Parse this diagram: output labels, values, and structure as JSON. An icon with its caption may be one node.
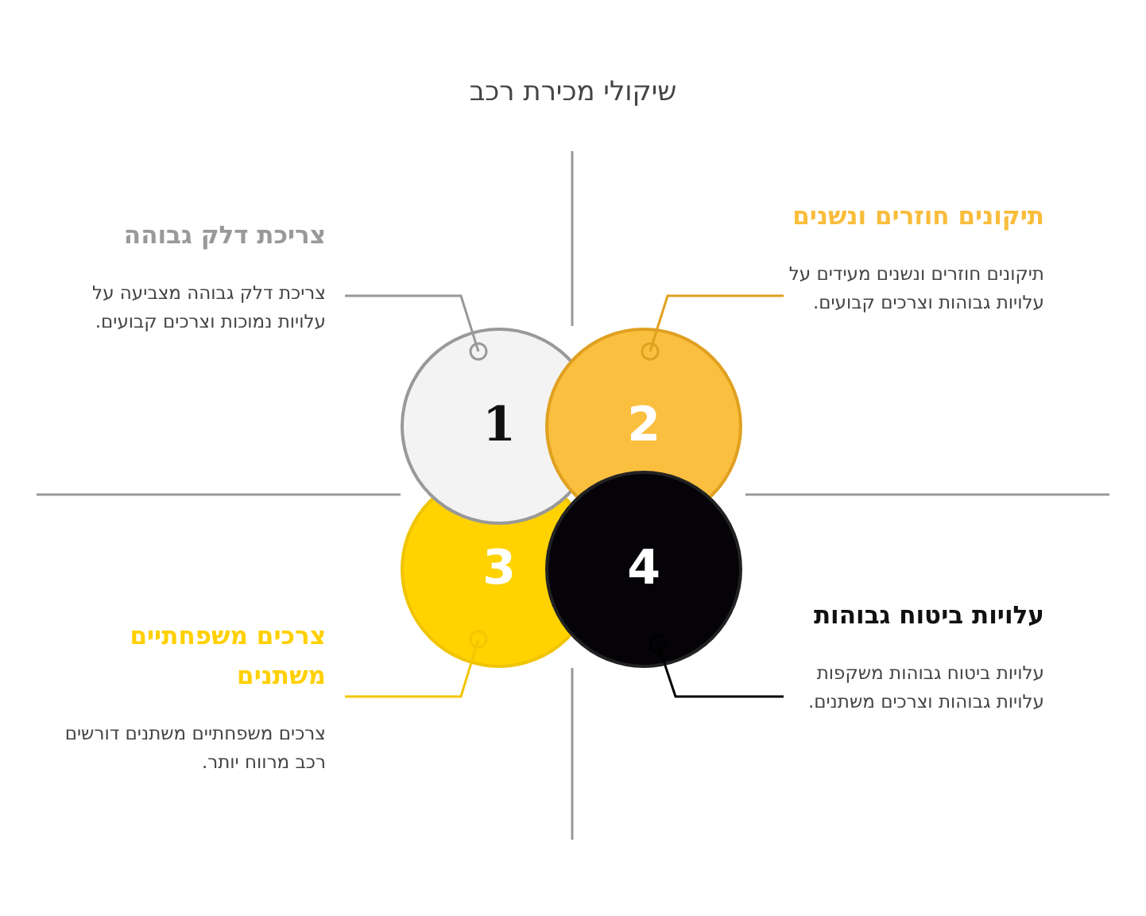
{
  "diagram": {
    "title": "שיקולי מכירת רכב",
    "nodes": [
      {
        "text": [
          "1"
        ]
      },
      {
        "text": [
          "2"
        ]
      },
      {
        "text": [
          "3"
        ]
      },
      {
        "text": [
          "4"
        ]
      },
      {
        "text": [
          "צריכת דלק גבוהה",
          "צריכת דלק גבוהה מצביעה על עלויות נמוכות וצרכים קבועים."
        ]
      },
      {
        "text": [
          "תיקונים חוזרים ונשנים",
          "תיקונים חוזרים ונשנים מעידים על עלויות גבוהות וצרכים קבועים."
        ]
      },
      {
        "text": [
          "צרכים משפחתיים משתנים",
          "צרכים משפחתיים משתנים דורשים רכב מרווח יותר."
        ]
      },
      {
        "text": [
          "עלויות ביטוח גבוהות",
          "עלויות ביטוח גבוהות משקפות עלויות גבוהות וצרכים משתנים."
        ]
      }
    ],
    "edges": [
      {
        "from": 4,
        "to": 0,
        "arrow": "other",
        "color": "#999999"
      },
      {
        "from": 5,
        "to": 1,
        "arrow": "other",
        "color": "#e0a020"
      },
      {
        "from": 6,
        "to": 2,
        "arrow": "other",
        "color": "#f2c600"
      },
      {
        "from": 7,
        "to": 3,
        "arrow": "other",
        "color": "#000000"
      }
    ]
  }
}
